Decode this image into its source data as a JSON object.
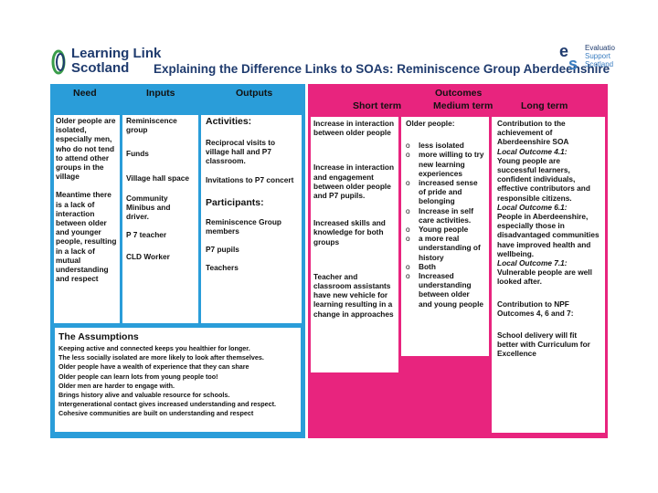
{
  "header": {
    "logo_left_line1": "Learning Link",
    "logo_left_line2": "Scotland",
    "title": "Explaining the Difference Links to SOAs: Reminiscence Group Aberdeenshire",
    "logo_right_line1": "Evaluatio",
    "logo_right_line2": "Support",
    "logo_right_line3": "Scotland"
  },
  "columns": {
    "need": "Need",
    "inputs": "Inputs",
    "outputs": "Outputs",
    "outcomes": "Outcomes",
    "short_term": "Short term",
    "medium_term": "Medium term",
    "long_term": "Long term"
  },
  "need": {
    "text1": "Older people are isolated, especially men, who do not tend to attend other groups in the village",
    "text2": "Meantime there is a lack of interaction between older and younger people, resulting in a lack of mutual understanding and respect"
  },
  "inputs": [
    "Reminiscence group",
    "Funds",
    "Village hall space",
    "Community Minibus and driver.",
    "P 7 teacher",
    "CLD Worker"
  ],
  "outputs": {
    "activities_label": "Activities:",
    "activities": [
      "Reciprocal visits to village hall and P7 classroom.",
      "Invitations to P7 concert"
    ],
    "participants_label": "Participants:",
    "participants": [
      "Reminiscence Group members",
      "P7 pupils",
      "Teachers"
    ]
  },
  "assumptions": {
    "title": "The Assumptions",
    "lines": [
      "Keeping active and connected keeps you healthier for longer.",
      "The less socially isolated are more likely to look after themselves.",
      "Older people have a wealth of experience that they can share",
      "Older people can learn lots from young people too!",
      "Older men are harder to engage with.",
      "Brings history alive and valuable resource for schools.",
      "Intergenerational contact gives increased understanding and respect.",
      "Cohesive communities are built on understanding and respect"
    ]
  },
  "short_term": [
    "Increase in interaction between older people",
    "Increase in interaction and engagement between older people and P7 pupils.",
    "Increased skills and knowledge for both groups",
    "Teacher and classroom assistants have new vehicle for learning resulting in a change in approaches"
  ],
  "medium_term": {
    "heading": "Older people:",
    "bullet_char": "o",
    "items": [
      "less isolated",
      "more willing to try new learning experiences",
      "increased sense of pride and belonging",
      "Increase in self care activities.",
      "Young people",
      "a more real understanding of history",
      "Both",
      "Increased understanding between older and young people"
    ]
  },
  "long_term": {
    "p1": "Contribution to the achievement of Aberdeenshire SOA",
    "local41": "Local Outcome 4.1:",
    "p2": "Young people are successful learners, confident individuals, effective contributors and responsible citizens.",
    "local61": "Local Outcome 6.1:",
    "p3": "People in Aberdeenshire, especially those in disadvantaged communities have improved health and wellbeing.",
    "local71": "Local Outcome 7.1:",
    "p4": "Vulnerable people are well looked after.",
    "p5": "Contribution to NPF Outcomes 4, 6 and 7:",
    "p6": "School delivery will fit better with Curriculum for Excellence"
  },
  "colors": {
    "blue": "#2a9dd9",
    "pink": "#e8247e",
    "navy": "#1f3b6e"
  }
}
